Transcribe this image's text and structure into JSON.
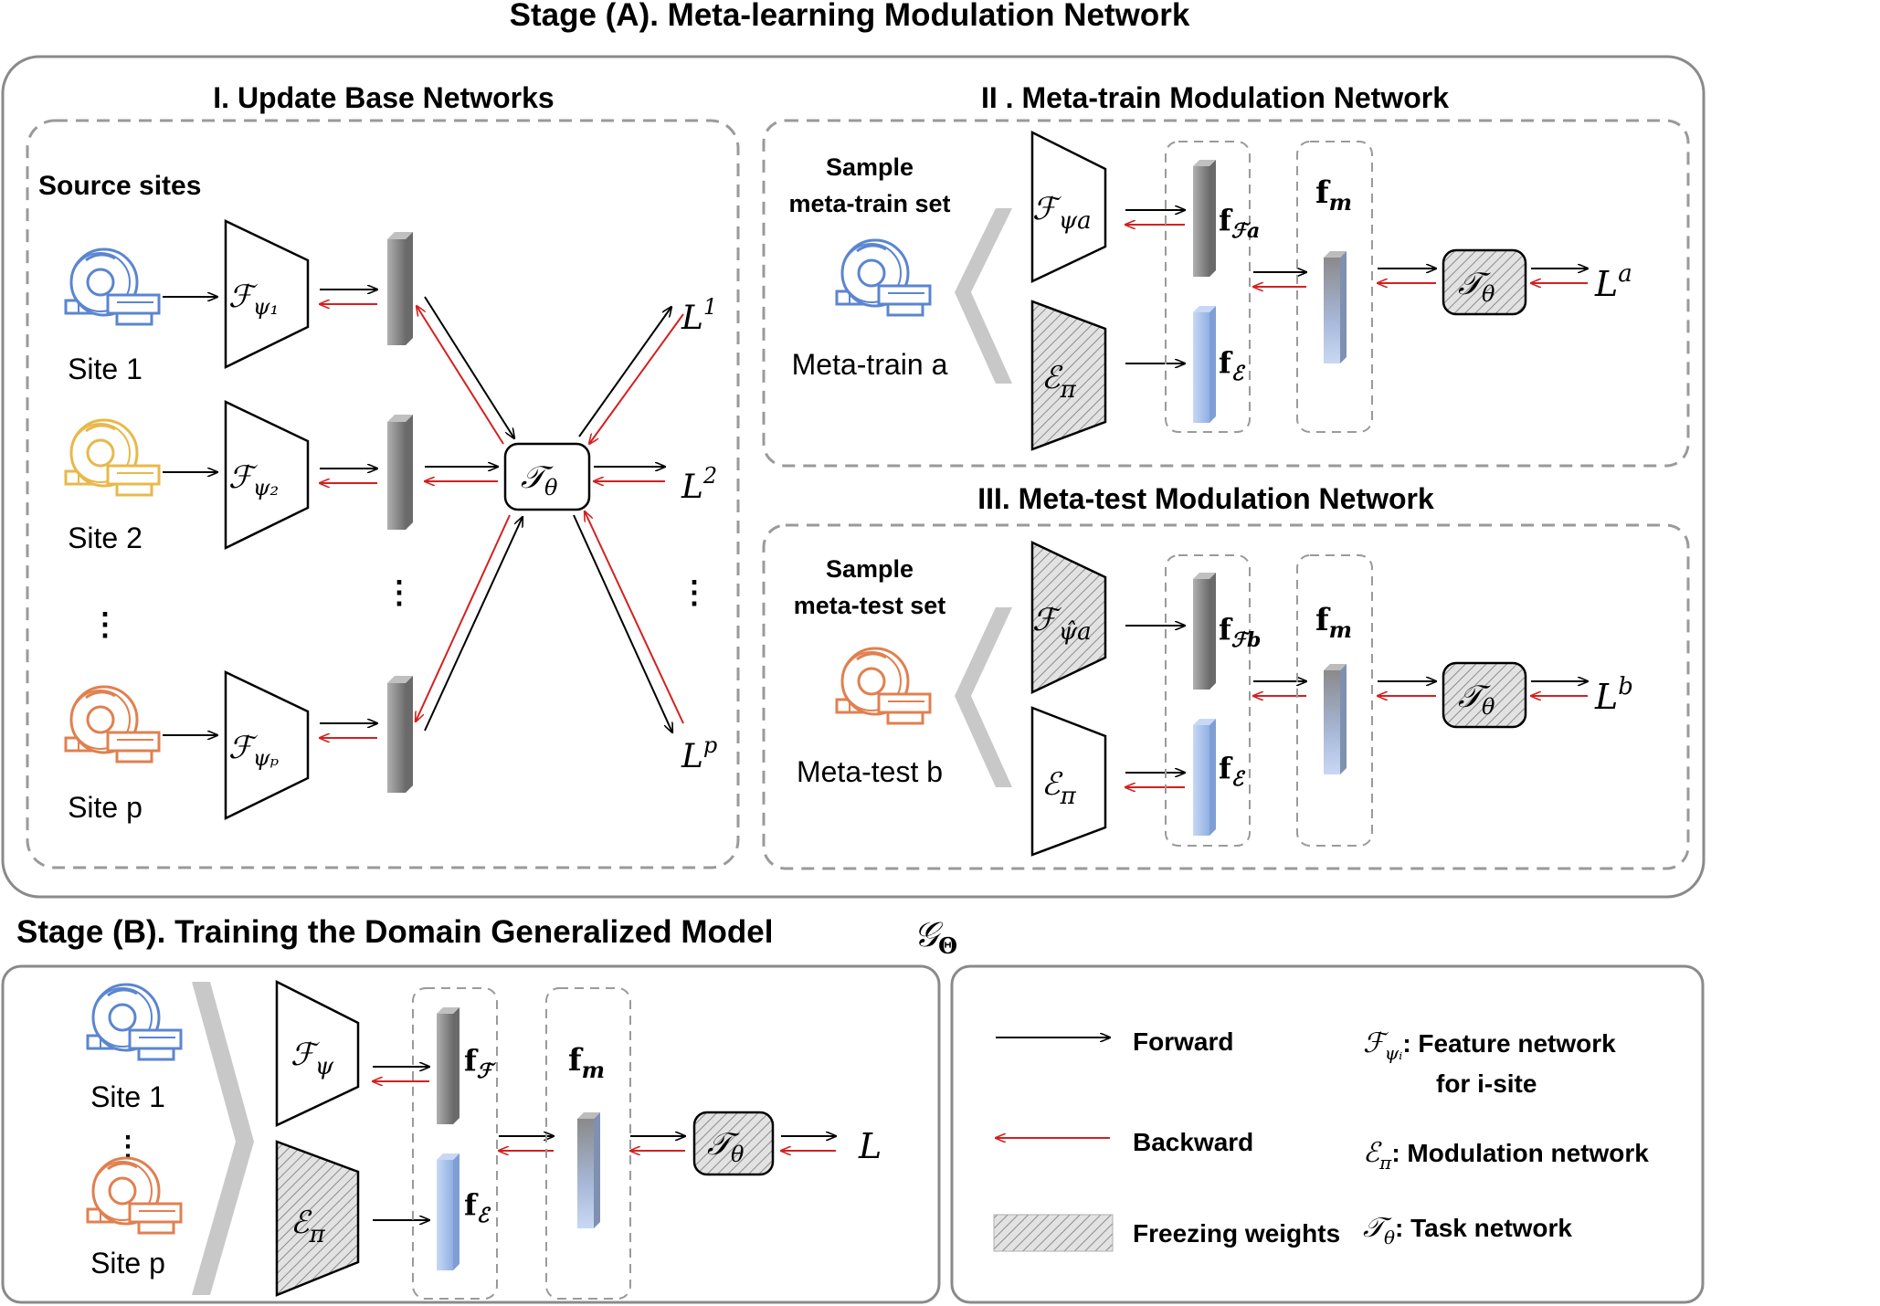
{
  "stage_a": {
    "title": "Stage (A). Meta-learning Modulation Network",
    "panel1": {
      "title": "I. Update Base Networks",
      "source_label": "Source sites",
      "sites": [
        {
          "label": "Site 1",
          "net": "ℱ",
          "sub": "ψ₁",
          "color": "#5b85d0",
          "loss": "L",
          "loss_sup": "1"
        },
        {
          "label": "Site 2",
          "net": "ℱ",
          "sub": "ψ₂",
          "color": "#e8b84a",
          "loss": "L",
          "loss_sup": "2"
        },
        {
          "label": "Site p",
          "net": "ℱ",
          "sub": "ψₚ",
          "color": "#e08050",
          "loss": "L",
          "loss_sup": "p"
        }
      ],
      "task_net": "𝒯",
      "task_sub": "θ",
      "ellipsis": "⋮"
    },
    "panel2": {
      "title": "II . Meta-train Modulation Network",
      "sample_line1": "Sample",
      "sample_line2": "meta-train set",
      "domain_label": "Meta-train a",
      "net_f": "ℱ",
      "net_f_sub": "ψa",
      "net_e": "ℰ",
      "net_e_sub": "π",
      "feat_f": "f",
      "feat_f_sub": "ℱa",
      "feat_e": "f",
      "feat_e_sub": "ℰ",
      "feat_m": "f",
      "feat_m_sub": "m",
      "task_net": "𝒯",
      "task_sub": "θ",
      "loss": "L",
      "loss_sup": "a"
    },
    "panel3": {
      "title": "III. Meta-test Modulation Network",
      "sample_line1": "Sample",
      "sample_line2": "meta-test set",
      "domain_label": "Meta-test b",
      "net_f": "ℱ",
      "net_f_sub": "ψ̂a",
      "net_e": "ℰ",
      "net_e_sub": "π",
      "feat_f": "f",
      "feat_f_sub": "ℱb",
      "feat_e": "f",
      "feat_e_sub": "ℰ",
      "feat_m": "f",
      "feat_m_sub": "m",
      "task_net": "𝒯",
      "task_sub": "θ",
      "loss": "L",
      "loss_sup": "b"
    }
  },
  "stage_b": {
    "title": "Stage (B). Training the Domain Generalized Model",
    "model_symbol": "𝒢",
    "model_sub": "Θ",
    "site_top": "Site 1",
    "site_bottom": "Site p",
    "ellipsis": "⋮",
    "net_f": "ℱ",
    "net_f_sub": "ψ",
    "net_e": "ℰ",
    "net_e_sub": "π",
    "feat_f": "f",
    "feat_f_sub": "ℱ",
    "feat_e": "f",
    "feat_e_sub": "ℰ",
    "feat_m": "f",
    "feat_m_sub": "m",
    "task_net": "𝒯",
    "task_sub": "θ",
    "loss": "L"
  },
  "legend": {
    "forward": "Forward",
    "backward": "Backward",
    "freezing": "Freezing weights",
    "feature_sym": "ℱ",
    "feature_sub": "ψᵢ",
    "feature_desc1": ": Feature network",
    "feature_desc2": "for i-site",
    "modulation_sym": "ℰ",
    "modulation_sub": "π",
    "modulation_desc": ": Modulation network",
    "task_sym": "𝒯",
    "task_sub": "θ",
    "task_desc": ": Task network"
  },
  "colors": {
    "forward_arrow": "#000000",
    "backward_arrow": "#d42020",
    "feature_bar_gray": "#8a8a8a",
    "feature_bar_blue": "#a8c0e8",
    "site1_blue": "#5b85d0",
    "site2_yellow": "#e8b84a",
    "sitep_orange": "#e08050"
  }
}
